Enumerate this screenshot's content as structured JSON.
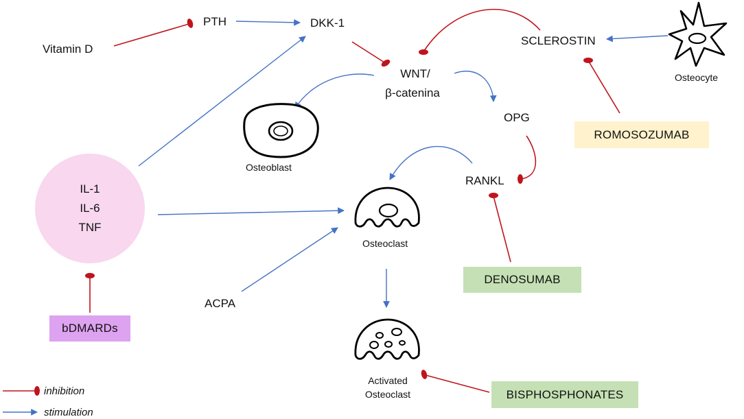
{
  "nodes": {
    "vitamin_d": "Vitamin D",
    "pth": "PTH",
    "dkk1": "DKK-1",
    "wnt_line1": "WNT/",
    "wnt_line2": "β-catenina",
    "sclerostin": "SCLEROSTIN",
    "osteocyte": "Osteocyte",
    "osteoblast": "Osteoblast",
    "opg": "OPG",
    "rankl": "RANKL",
    "osteoclast": "Osteoclast",
    "activated_line1": "Activated",
    "activated_line2": "Osteoclast",
    "acpa": "ACPA",
    "cytokines": [
      "IL-1",
      "IL-6",
      "TNF"
    ]
  },
  "drugs": {
    "romosozumab": "ROMOSOZUMAB",
    "denosumab": "DENOSUMAB",
    "bisphosphonates": "BISPHOSPHONATES",
    "bdmards": "bDMARDs"
  },
  "legend": {
    "inhibition": "inhibition",
    "stimulation": "stimulation"
  },
  "colors": {
    "inhibition": "#c0141c",
    "stimulation": "#4472c4",
    "cytokine_fill": "#f8d7ef",
    "romosozumab_fill": "#fff2cc",
    "denosumab_fill": "#c5e0b4",
    "bisphosphonates_fill": "#c5e0b4",
    "bdmards_fill": "#dda2f0"
  }
}
